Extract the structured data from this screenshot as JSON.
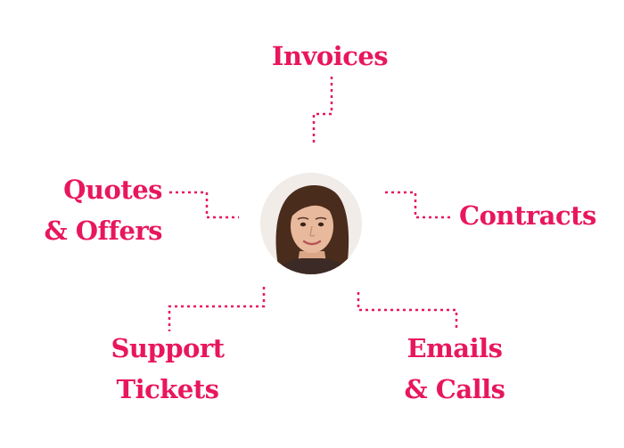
{
  "colors": {
    "accent": "#e8175d",
    "hair": "#4a2c1c",
    "skin": "#e8b99c",
    "background": "#f1ece8"
  },
  "center": {
    "icon": "person-avatar-icon"
  },
  "nodes": {
    "invoices": {
      "lines": [
        "Invoices"
      ]
    },
    "quotes": {
      "lines": [
        "Quotes",
        "& Offers"
      ]
    },
    "contracts": {
      "lines": [
        "Contracts"
      ]
    },
    "support": {
      "lines": [
        "Support",
        "Tickets"
      ]
    },
    "emails": {
      "lines": [
        "Emails",
        "& Calls"
      ]
    }
  }
}
